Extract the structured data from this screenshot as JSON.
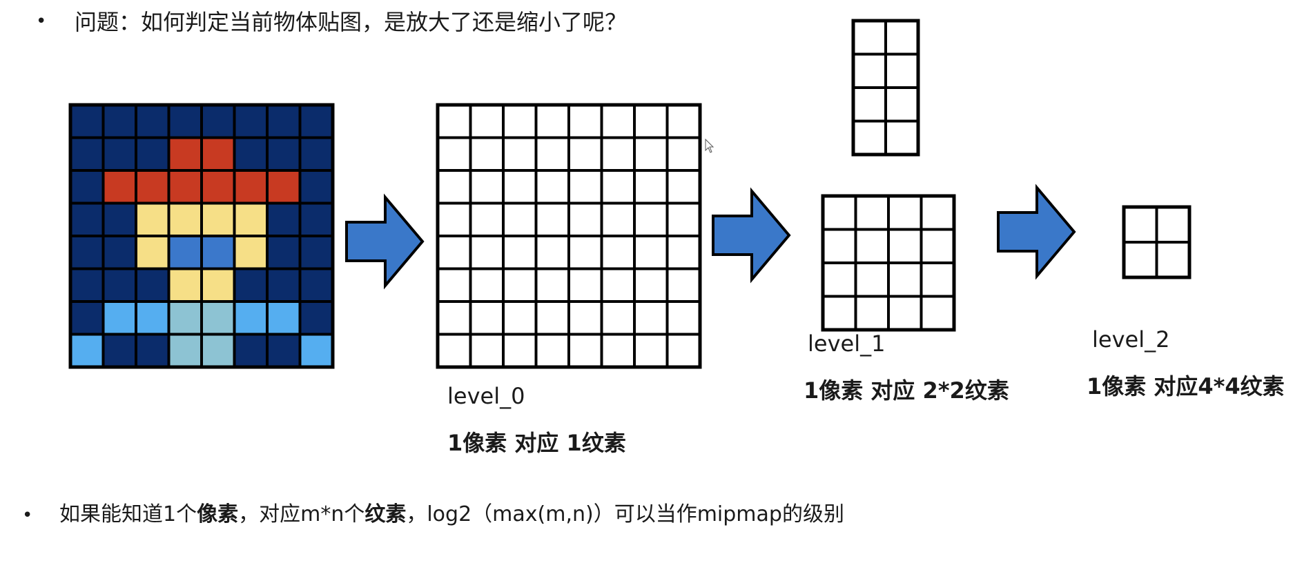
{
  "question": {
    "bullet": "•",
    "text": "问题：如何判定当前物体贴图，是放大了还是缩小了呢？"
  },
  "texture": {
    "palette": {
      "N": "#0b2c6b",
      "R": "#c83a22",
      "Y": "#f6df87",
      "B": "#3b78cb",
      "L": "#55aef0",
      "T": "#8dc3d3"
    },
    "rows": [
      "NNNNNNNN",
      "NNNRRNNN",
      "NRRRRRRN",
      "NNYYYYNN",
      "NNYBBYNN",
      "NNNYYNNN",
      "NLLTTLLN",
      "LNNTTNNL"
    ]
  },
  "arrow": {
    "fill": "#3a78c9",
    "stroke": "#000000"
  },
  "levels": [
    {
      "label": "level_0",
      "caption": "1像素 对应 1纹素",
      "cells": 8
    },
    {
      "label": "level_1",
      "caption": "1像素 对应 2*2纹素",
      "cells": 4
    },
    {
      "label": "level_2",
      "caption": "1像素 对应4*4纹素",
      "cells": 2
    }
  ],
  "extra_grid": {
    "cols": 2,
    "rows": 4
  },
  "conclusion": {
    "bullet": "•",
    "part1": "如果能知道1个",
    "bold1": "像素",
    "part2": "，对应m*n个",
    "bold2": "纹素",
    "part3": "，log2（max(m,n)）可以当作mipmap的级别"
  }
}
